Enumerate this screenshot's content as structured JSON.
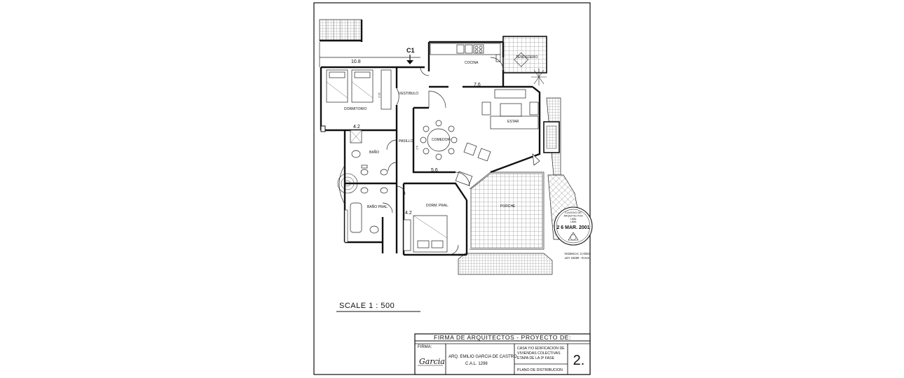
{
  "plan": {
    "rooms": {
      "dormitorio": "DORMITORIO",
      "vestibulo": "VESTIBULO",
      "cocina": "COCINA",
      "tendedero": "TENDEDERO",
      "estar": "ESTAR",
      "comedor": "COMEDOR",
      "pasillo": "PASILLO",
      "bano": "BAÑO",
      "bano_pral": "BAÑO PRAL.",
      "dorm_pral": "DORM. PRAL.",
      "porche": "PORCHE"
    },
    "dimensions": {
      "d_10_8": "10.8",
      "d_7_6": "7.6",
      "d_4_2_top": "4.2",
      "d_5_6": "5.6",
      "d_4_2_bottom": "4.2",
      "d_vert_1": "12.2",
      "d_vert_2": "4.2"
    },
    "section_marker": "C1"
  },
  "stamp": {
    "line1": "COLEGIO DE",
    "line2": "ARQUITECTOS",
    "line3": "LIMA",
    "line4": "LIMA",
    "date": "2 6  MAR. 2001",
    "note_line1": "VIGENCIA: 3 AÑOS",
    "note_line2": "LEY 23290 - R.N.E."
  },
  "scale_label": "SCALE   1 : 500",
  "title_block": {
    "header": "FIRMA  DE  ARQUITECTOS - PROYECTO  DE:",
    "firma_label": "FIRMA:",
    "signature": "Garcia",
    "architect": "ARQ. EMILIO GARCIA DE CASTRO",
    "cal": "C.A.L.  1298",
    "project_line1": "CASA Y/O EDIFICACION DE",
    "project_line2": "VIVIENDAS COLECTIVAS",
    "project_line3": "ETAPA DE LA 3ª FASE",
    "drawing_name": "PLANO DE DISTRIBUCION",
    "sheet_number": "2."
  }
}
